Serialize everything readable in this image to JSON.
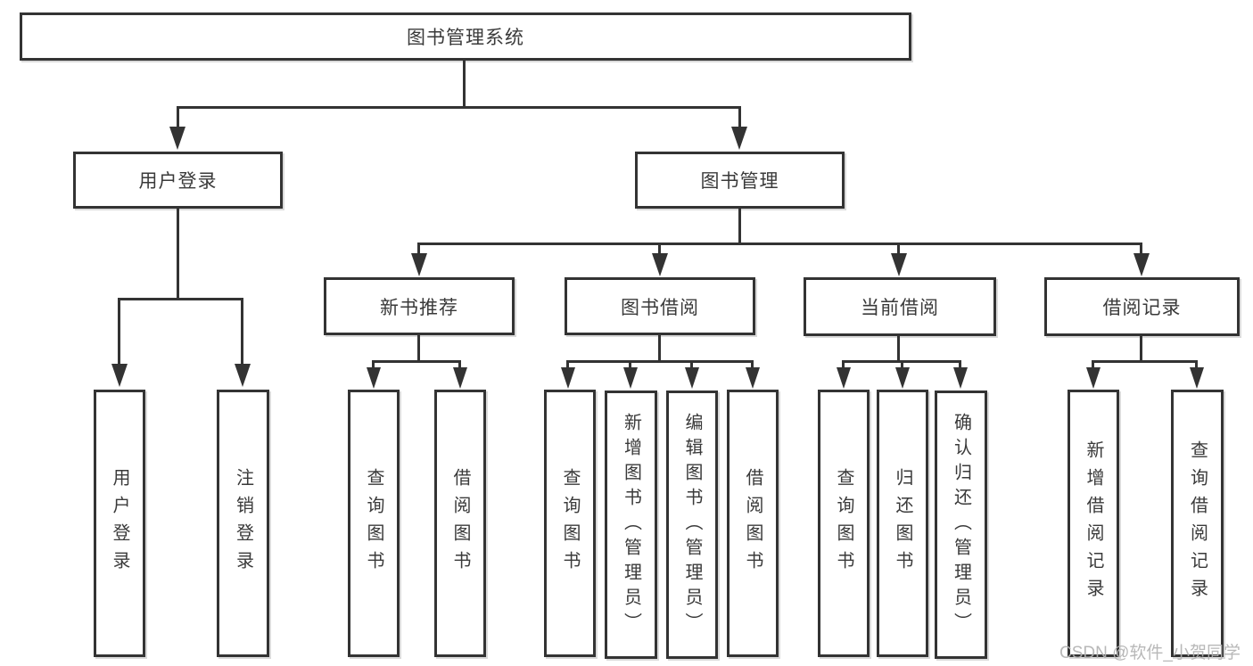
{
  "diagram": {
    "root": "图书管理系统",
    "branches": [
      {
        "label": "用户登录",
        "children": [
          "用户登录",
          "注销登录"
        ]
      },
      {
        "label": "图书管理"
      }
    ],
    "sections": [
      {
        "label": "新书推荐",
        "children": [
          "查询图书",
          "借阅图书"
        ]
      },
      {
        "label": "图书借阅",
        "children": [
          "查询图书",
          "新增图书（管理员）",
          "编辑图书（管理员）",
          "借阅图书"
        ]
      },
      {
        "label": "当前借阅",
        "children": [
          "查询图书",
          "归还图书",
          "确认归还（管理员）"
        ]
      },
      {
        "label": "借阅记录",
        "children": [
          "新增借阅记录",
          "查询借阅记录"
        ]
      }
    ]
  },
  "watermark": "CSDN @软件_小贺同学",
  "colors": {
    "line": "#333333",
    "box_border": "#333333",
    "text": "#3a3a3a",
    "background": "#ffffff",
    "watermark": "#b2b2b2"
  }
}
